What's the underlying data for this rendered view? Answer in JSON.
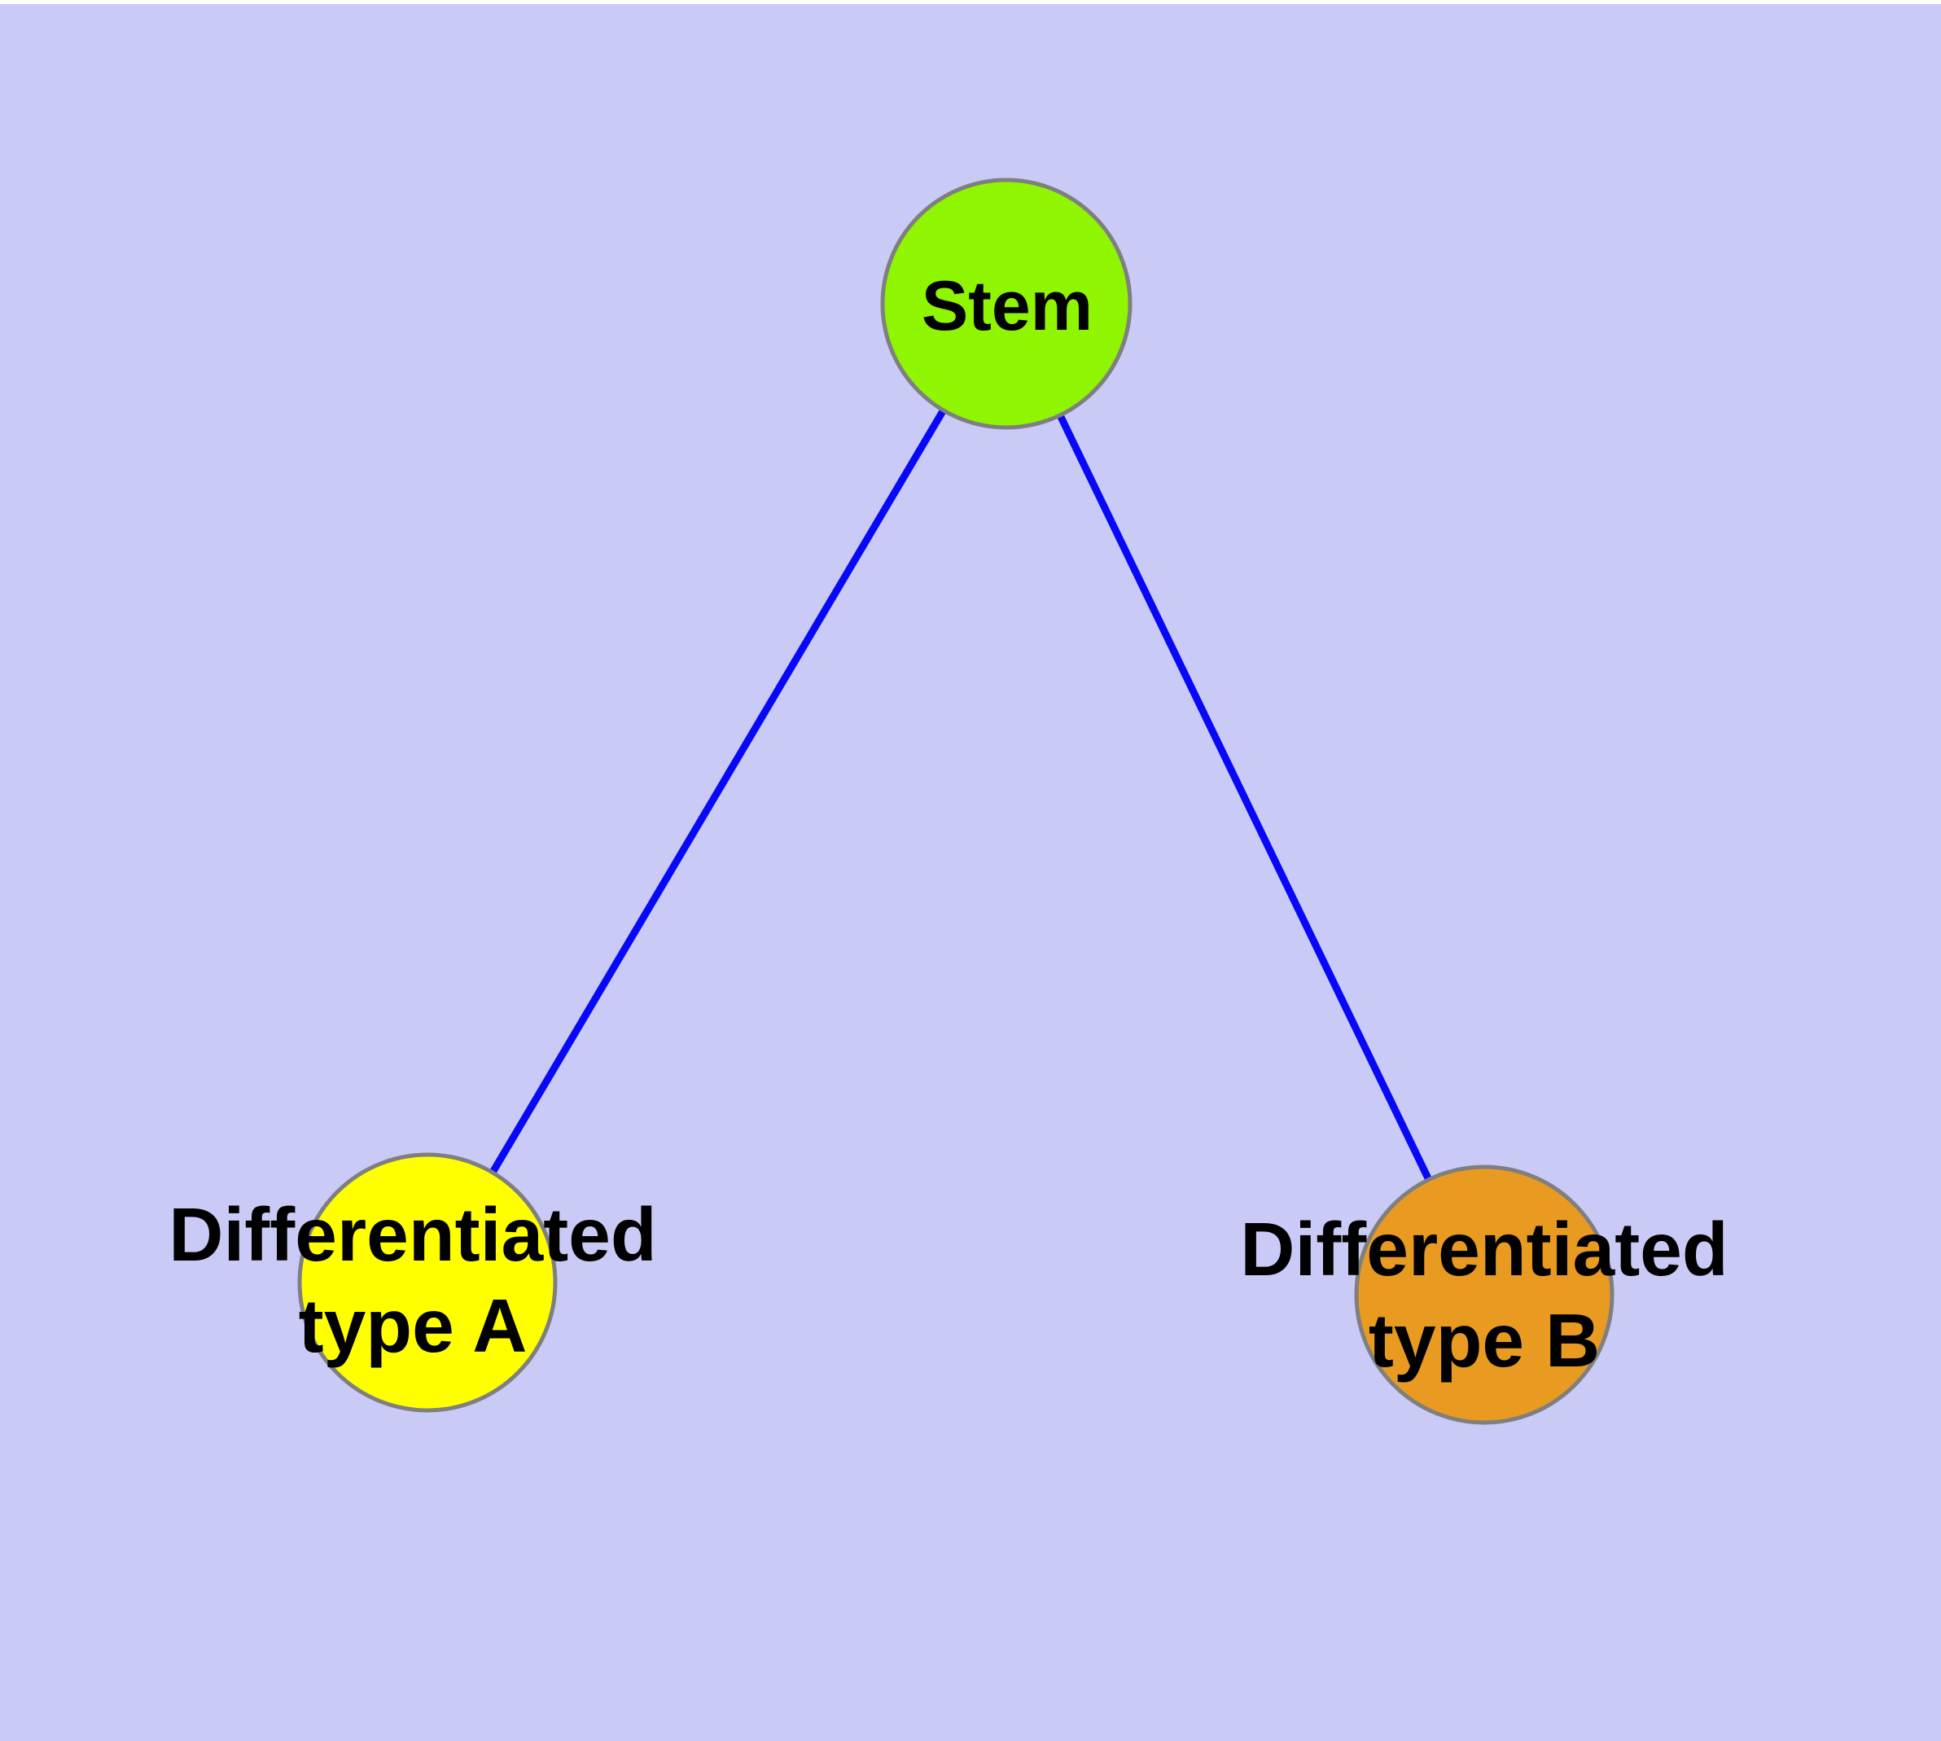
{
  "diagram": {
    "type": "graph",
    "background_color": "#CACAF7",
    "top_margin_color": "#FFFFFF",
    "edge_color": "#0808F8",
    "node_border_color": "#7F7F7F",
    "label_color": "#000000",
    "nodes": [
      {
        "id": "stem",
        "label": "Stem",
        "color": "#8FF500"
      },
      {
        "id": "diff-a",
        "label": "Differentiated type A",
        "label_line1": "Differentiated",
        "label_line2": "type A",
        "color": "#FFFF00"
      },
      {
        "id": "diff-b",
        "label": "Differentiated type B",
        "label_line1": "Differentiated",
        "label_line2": "type B",
        "color": "#E89B20"
      }
    ],
    "edges": [
      {
        "from": "Stem",
        "to": "Differentiated type A"
      },
      {
        "from": "Stem",
        "to": "Differentiated type B"
      }
    ]
  }
}
